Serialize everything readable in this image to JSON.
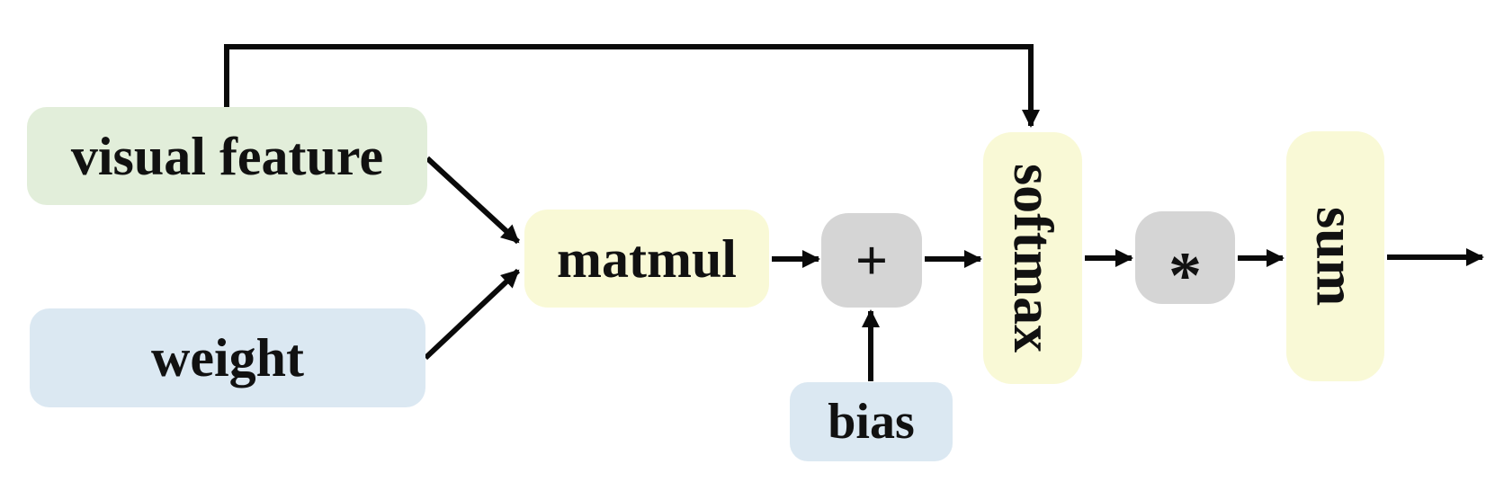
{
  "diagram": {
    "title": "attention weighting flow diagram",
    "background_color": "#ffffff",
    "edge_color": "#0a0a0a",
    "text_color": "#111111",
    "node_colors": {
      "green": "#e2eeda",
      "blue": "#dbe8f2",
      "yellow": "#f9f9d6",
      "gray": "#d5d5d5"
    },
    "nodes": {
      "visual_feature": {
        "label": "visual feature",
        "fill": "#e2eeda"
      },
      "weight": {
        "label": "weight",
        "fill": "#dbe8f2"
      },
      "matmul": {
        "label": "matmul",
        "fill": "#f9f9d6"
      },
      "plus": {
        "label": "+",
        "fill": "#d5d5d5"
      },
      "bias": {
        "label": "bias",
        "fill": "#dbe8f2"
      },
      "softmax": {
        "label": "softmax",
        "fill": "#f9f9d6"
      },
      "multiply": {
        "label": "*",
        "fill": "#d5d5d5"
      },
      "sum": {
        "label": "sum",
        "fill": "#f9f9d6"
      }
    },
    "edges": [
      {
        "from": "visual_feature",
        "to": "softmax",
        "style": "elbow-skip-connection"
      },
      {
        "from": "visual_feature",
        "to": "matmul",
        "style": "diagonal"
      },
      {
        "from": "weight",
        "to": "matmul",
        "style": "diagonal"
      },
      {
        "from": "matmul",
        "to": "plus",
        "style": "straight"
      },
      {
        "from": "bias",
        "to": "plus",
        "style": "straight-up"
      },
      {
        "from": "plus",
        "to": "softmax",
        "style": "straight"
      },
      {
        "from": "softmax",
        "to": "multiply",
        "style": "straight"
      },
      {
        "from": "multiply",
        "to": "sum",
        "style": "straight"
      },
      {
        "from": "sum",
        "to": "output",
        "style": "straight"
      }
    ]
  }
}
